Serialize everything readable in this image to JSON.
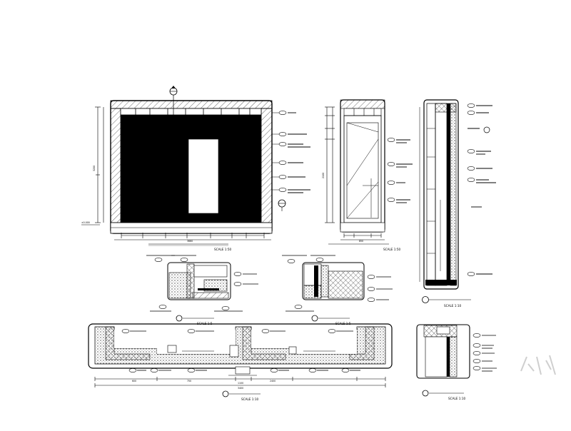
{
  "drawing": {
    "scale_main": "SCALE 1:50",
    "scale_detail": "SCALE 1:5",
    "scale_wide": "SCALE 1:10",
    "scale_side": "SCALE 1:10",
    "dim_large_height": "3200",
    "dim_large_width": "3660",
    "dim_level": "±0.000",
    "dim_door_width": "850",
    "dim_door_height": "2100",
    "dim_wide_total": "3400",
    "dim_wide_mid": "1100",
    "dim_bottom_a": "600",
    "dim_bottom_b": "750",
    "dim_bottom_c": "2400"
  },
  "colors": {
    "ink": "#000000",
    "paper": "#ffffff",
    "fill": "#000000",
    "hatch": "#555555"
  }
}
